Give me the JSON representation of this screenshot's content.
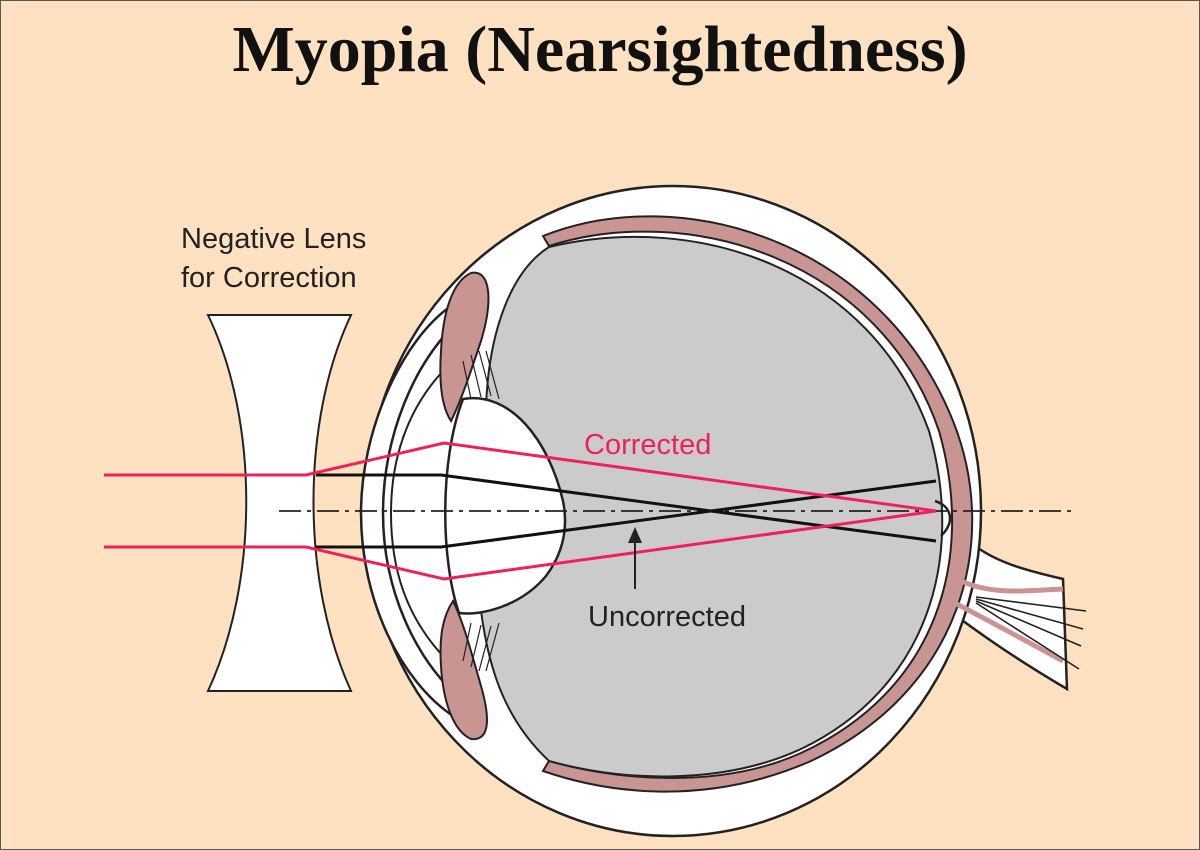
{
  "title": "Myopia (Nearsightedness)",
  "labels": {
    "lens": [
      "Negative Lens",
      "for Correction"
    ],
    "corrected": "Corrected",
    "uncorrected": "Uncorrected"
  },
  "colors": {
    "background": "#fde1c0",
    "vitreous": "#cbcbcb",
    "tissue": "#c99593",
    "corrected_ray": "#ee2258",
    "uncorrected_ray": "#111111",
    "outline": "#222222"
  }
}
